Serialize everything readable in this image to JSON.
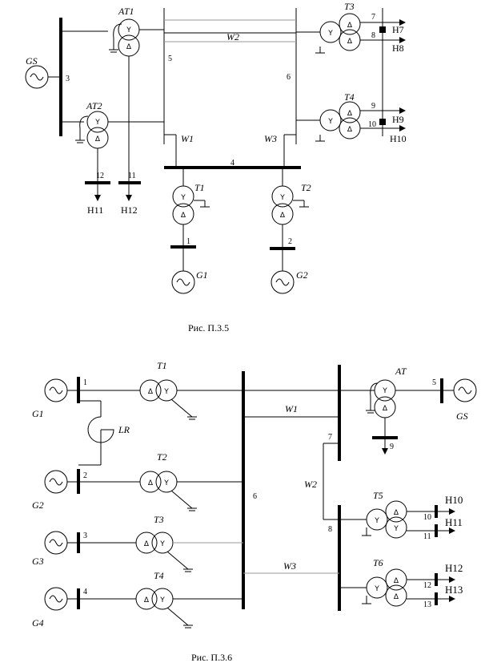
{
  "figure1": {
    "caption": "Рис. П.3.5",
    "labels": {
      "gs": "GS",
      "at1": "AT1",
      "at2": "AT2",
      "t1": "T1",
      "t2": "T2",
      "t3": "T3",
      "t4": "T4",
      "g1": "G1",
      "g2": "G2",
      "w1": "W1",
      "w2": "W2",
      "w3": "W3",
      "n1": "1",
      "n2": "2",
      "n3": "3",
      "n4": "4",
      "n5": "5",
      "n6": "6",
      "n7": "7",
      "n8": "8",
      "n9": "9",
      "n10": "10",
      "n11": "11",
      "n12": "12",
      "h7": "H7",
      "h8": "H8",
      "h9": "H9",
      "h10": "H10",
      "h11": "H11",
      "h12": "H12"
    }
  },
  "figure2": {
    "caption": "Рис. П.3.6",
    "labels": {
      "g1": "G1",
      "g2": "G2",
      "g3": "G3",
      "g4": "G4",
      "gs": "GS",
      "t1": "T1",
      "t2": "T2",
      "t3": "T3",
      "t4": "T4",
      "t5": "T5",
      "t6": "T6",
      "at": "AT",
      "lr": "LR",
      "w1": "W1",
      "w2": "W2",
      "w3": "W3",
      "n1": "1",
      "n2": "2",
      "n3": "3",
      "n4": "4",
      "n5": "5",
      "n6": "6",
      "n7": "7",
      "n8": "8",
      "n9": "9",
      "n10": "10",
      "n11": "11",
      "n12": "12",
      "n13": "13",
      "h10": "H10",
      "h11": "H11",
      "h12": "H12",
      "h13": "H13"
    }
  },
  "symbols": {
    "star": "Y",
    "delta": "Δ",
    "sine": "~"
  }
}
